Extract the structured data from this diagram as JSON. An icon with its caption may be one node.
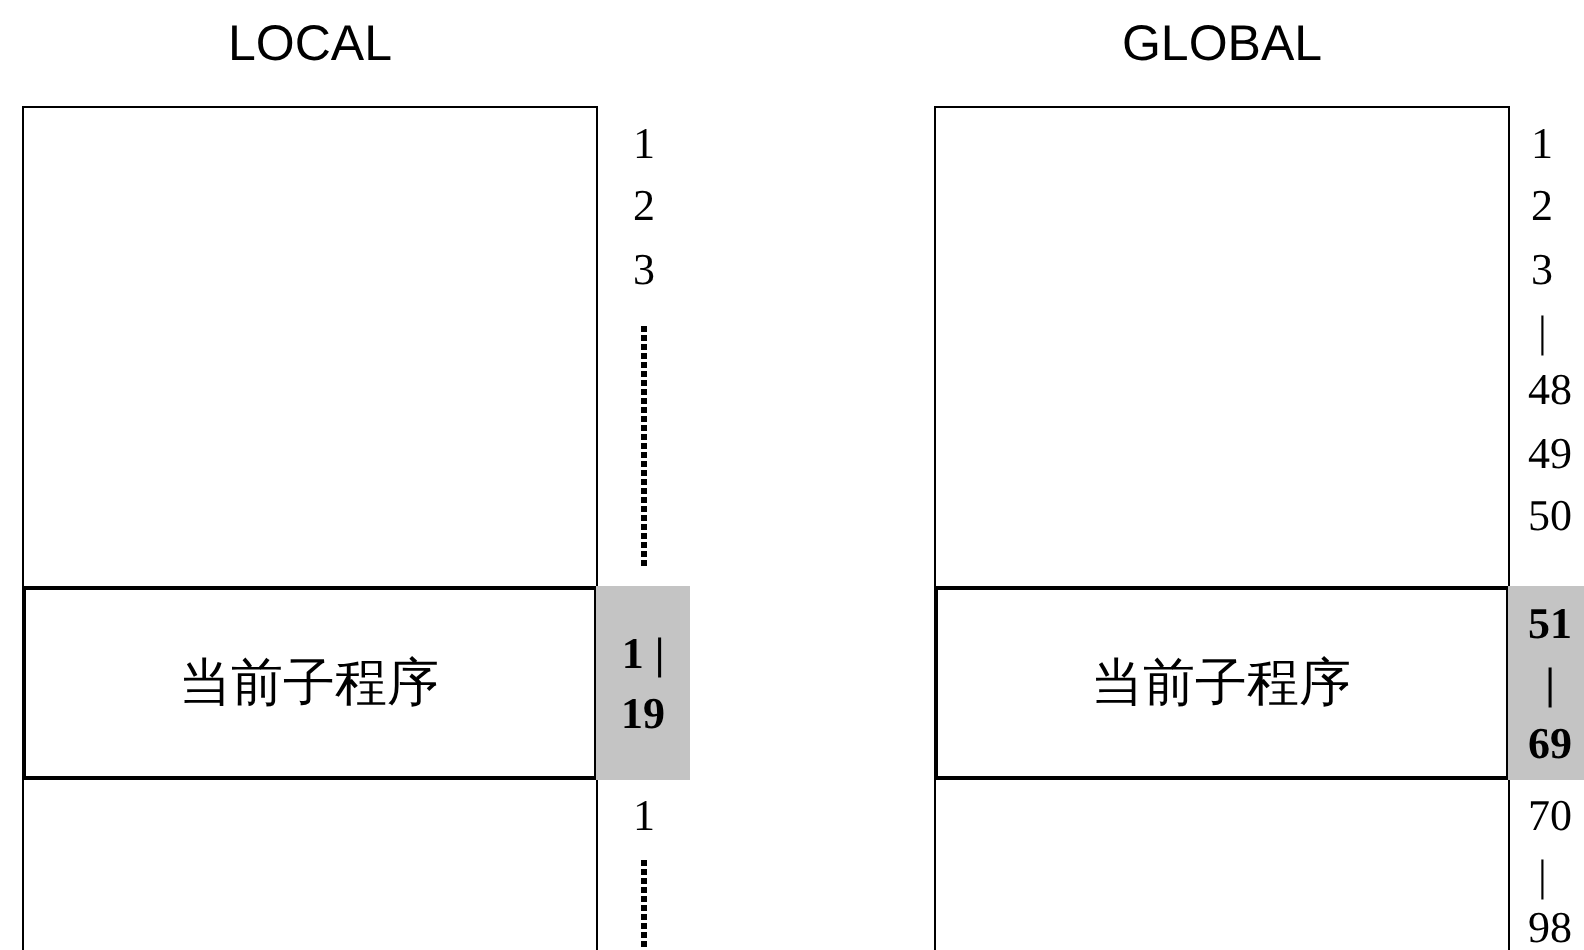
{
  "diagram": {
    "nodes": [
      {
        "text": [
          "LOCAL"
        ]
      },
      {
        "text": [
          "当前子程序"
        ],
        "in": 0
      },
      {
        "text": [
          "1 | 19"
        ]
      },
      {
        "text": [
          "GLOBAL"
        ]
      },
      {
        "text": [
          "当前子程序"
        ],
        "in": 3
      },
      {
        "text": [
          "51 | 69"
        ]
      }
    ],
    "labels": [
      "1",
      "2",
      "3",
      "1",
      "1",
      "2",
      "3",
      "|",
      "48",
      "49",
      "50",
      "70",
      "|",
      "98"
    ]
  }
}
